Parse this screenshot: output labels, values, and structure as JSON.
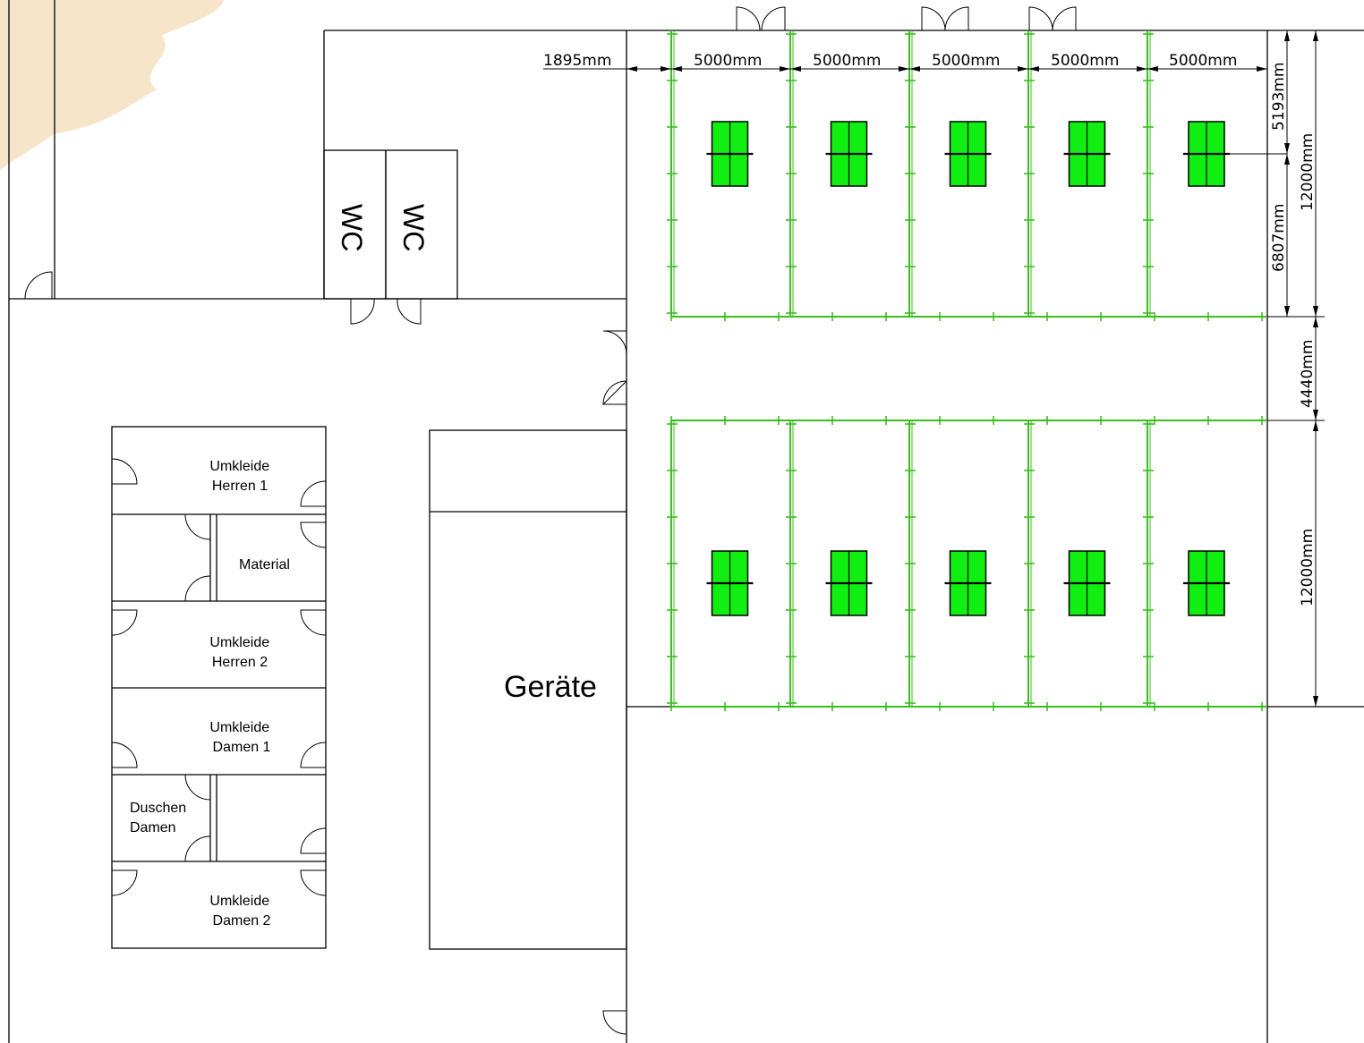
{
  "rooms": {
    "wc_1": "WC",
    "wc_2": "WC",
    "umkleide_herren_1": [
      "Umkleide",
      "Herren 1"
    ],
    "material": "Material",
    "umkleide_herren_2": [
      "Umkleide",
      "Herren 2"
    ],
    "umkleide_damen_1": [
      "Umkleide",
      "Damen 1"
    ],
    "duschen_damen": [
      "Duschen",
      "Damen"
    ],
    "umkleide_damen_2": [
      "Umkleide",
      "Damen 2"
    ],
    "geraete": "Geräte"
  },
  "dimensions": {
    "left_offset": "1895mm",
    "court_widths": [
      "5000mm",
      "5000mm",
      "5000mm",
      "5000mm",
      "5000mm"
    ],
    "top_to_table": "5193mm",
    "table_to_court_end": "6807mm",
    "court_depth_top": "12000mm",
    "aisle": "4440mm",
    "court_depth_bottom": "12000mm"
  },
  "courts": {
    "rows": 2,
    "per_row": 5,
    "line_color": "#3bbf1f",
    "table_color": "#11ee11"
  },
  "decor": {
    "corner_splash_color": "#f6e4c8"
  }
}
